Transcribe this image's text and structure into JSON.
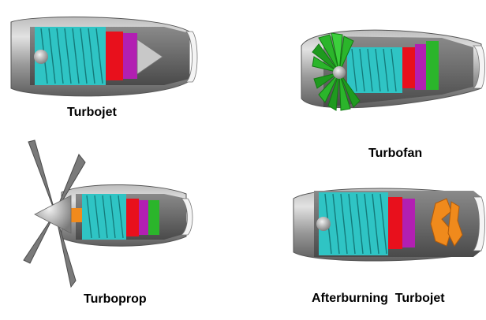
{
  "labels": {
    "turbojet": "Turbojet",
    "turbofan": "Turbofan",
    "turboprop": "Turboprop",
    "afterburning_turbojet": "Afterburning  Turbojet"
  },
  "colors": {
    "casing_light": "#d8d8d8",
    "casing_mid": "#a8a8a8",
    "casing_dark": "#6a6a6a",
    "compressor": "#2fc4c4",
    "compressor_dark": "#168a8a",
    "combustor_red": "#e8101c",
    "turbine_purple": "#b21fb2",
    "fan_green": "#2bb52b",
    "fan_green_dark": "#127a12",
    "afterburner_orange": "#f08a1c",
    "propeller": "#7a7a7a",
    "background": "#ffffff"
  }
}
